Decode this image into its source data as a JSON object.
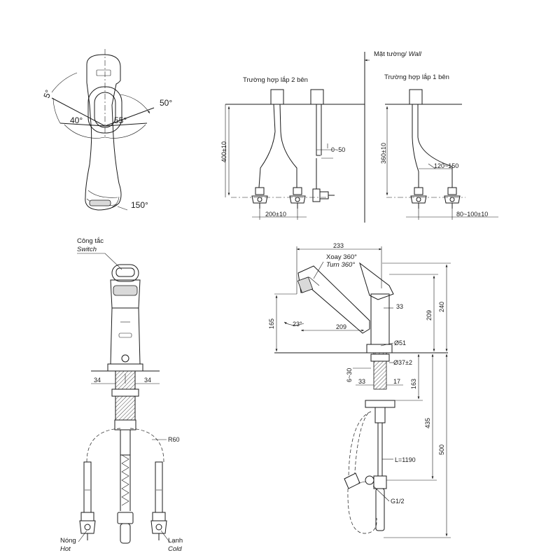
{
  "top_view": {
    "angle_5": "5°",
    "angle_40": "40°",
    "angle_55": "55°",
    "angle_50": "50°",
    "angle_150": "150°"
  },
  "install_diagram": {
    "wall_label": "Mặt tường/",
    "wall_label_en": "Wall",
    "case_two_sides": "Trường hợp lắp 2 bên",
    "case_one_side": "Trường hợp lắp 1 bên",
    "dim_400": "400±10",
    "dim_200": "200±10",
    "dim_0_50": "0~50",
    "dim_360": "360±10",
    "dim_120_150": "120~150",
    "dim_80_100": "80~100±10"
  },
  "front_view": {
    "switch_vn": "Công tắc",
    "switch_en": "Switch",
    "dim_34_left": "34",
    "dim_34_right": "34",
    "r60": "R60",
    "hot_vn": "Nóng",
    "hot_en": "Hot",
    "cold_vn": "Lạnh",
    "cold_en": "Cold"
  },
  "side_view": {
    "dim_233": "233",
    "swivel_vn": "Xoay 360°",
    "swivel_en": "Turn 360°",
    "dim_33_top": "33",
    "dim_165": "165",
    "angle_23": "23°",
    "dim_209_h": "209",
    "dim_209_v": "209",
    "dim_240": "240",
    "dim_51": "Ø51",
    "dim_37": "Ø37±2",
    "dim_6_30": "6~30",
    "dim_33_bottom": "33",
    "dim_17": "17",
    "dim_163": "163",
    "dim_435": "435",
    "dim_500": "500",
    "hose_length": "L=1190",
    "thread": "G1/2"
  }
}
